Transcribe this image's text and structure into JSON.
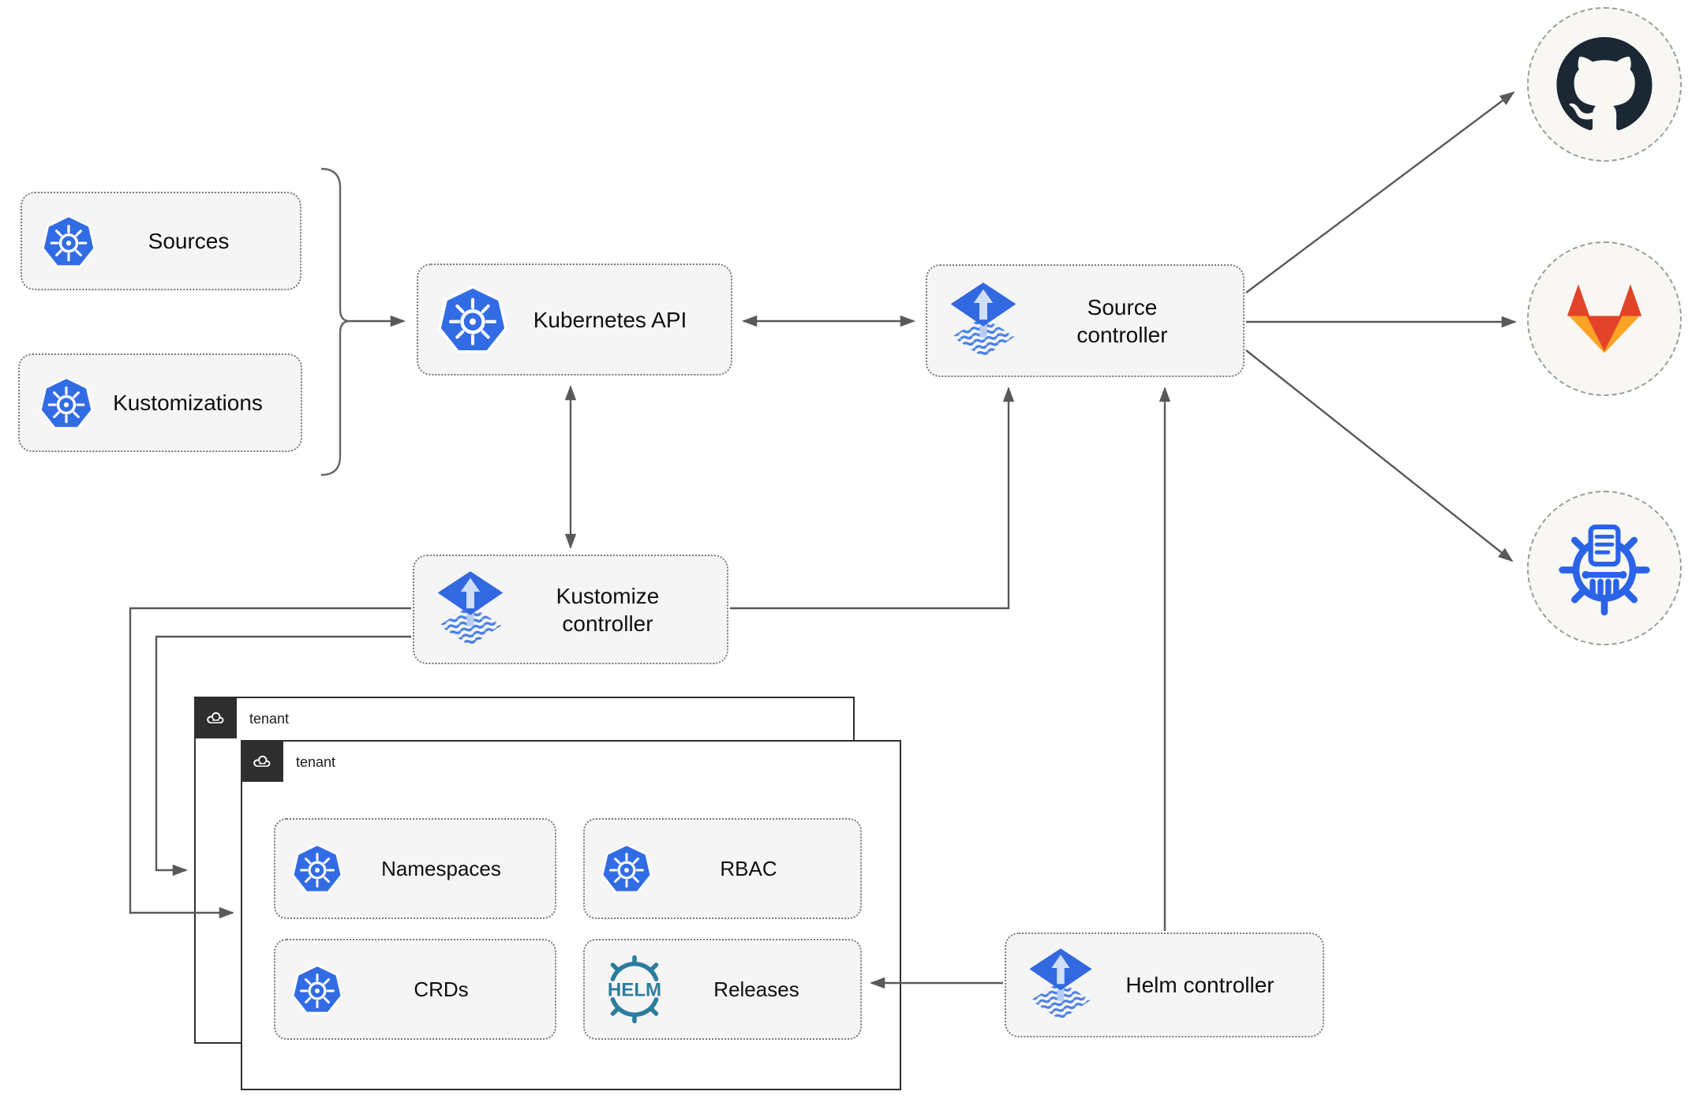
{
  "diagram": {
    "nodes": {
      "sources": {
        "label": "Sources",
        "icon": "kubernetes-icon"
      },
      "kustomizations": {
        "label": "Kustomizations",
        "icon": "kubernetes-icon"
      },
      "kubernetes_api": {
        "label": "Kubernetes API",
        "icon": "kubernetes-icon"
      },
      "source_controller": {
        "label": "Source controller",
        "icon": "flux-icon"
      },
      "kustomize_controller": {
        "label": "Kustomize controller",
        "icon": "flux-icon"
      },
      "helm_controller": {
        "label": "Helm controller",
        "icon": "flux-icon"
      },
      "tenant_outer": {
        "label": "tenant",
        "icon": "cloud-icon"
      },
      "tenant_inner": {
        "label": "tenant",
        "icon": "cloud-icon"
      },
      "namespaces": {
        "label": "Namespaces",
        "icon": "kubernetes-icon"
      },
      "rbac": {
        "label": "RBAC",
        "icon": "kubernetes-icon"
      },
      "crds": {
        "label": "CRDs",
        "icon": "kubernetes-icon"
      },
      "releases": {
        "label": "Releases",
        "icon": "helm-icon",
        "logo_text": "HELM"
      },
      "github": {
        "icon": "github-icon"
      },
      "gitlab": {
        "icon": "gitlab-icon"
      },
      "chartmuseum": {
        "icon": "chartmuseum-icon"
      }
    },
    "edges": [
      {
        "from": "sources+kustomizations",
        "to": "kubernetes_api",
        "style": "arrow"
      },
      {
        "from": "kubernetes_api",
        "to": "source_controller",
        "style": "bidirectional"
      },
      {
        "from": "kubernetes_api",
        "to": "kustomize_controller",
        "style": "bidirectional"
      },
      {
        "from": "kustomize_controller",
        "to": "source_controller",
        "style": "arrow"
      },
      {
        "from": "kustomize_controller",
        "to": "tenant_outer",
        "style": "arrow"
      },
      {
        "from": "kustomize_controller",
        "to": "tenant_inner",
        "style": "arrow"
      },
      {
        "from": "helm_controller",
        "to": "source_controller",
        "style": "arrow"
      },
      {
        "from": "helm_controller",
        "to": "releases",
        "style": "arrow"
      },
      {
        "from": "source_controller",
        "to": "github",
        "style": "arrow"
      },
      {
        "from": "source_controller",
        "to": "gitlab",
        "style": "arrow"
      },
      {
        "from": "source_controller",
        "to": "chartmuseum",
        "style": "arrow"
      }
    ],
    "colors": {
      "kubernetes_blue": "#326ce5",
      "flux_blue": "#3268e0",
      "helm_teal": "#2a7d9e",
      "github_dark": "#1b2733",
      "gitlab_red_orange": "#e24329",
      "gitlab_amber": "#fca326",
      "chartmuseum_blue": "#2b63e8",
      "arrow_gray": "#595959",
      "node_fill": "#f5f5f5",
      "tenant_header": "#2e2e2e"
    }
  }
}
